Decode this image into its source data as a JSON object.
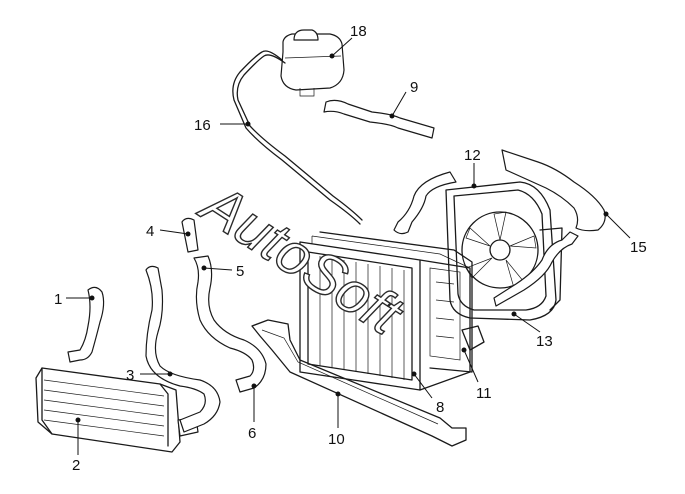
{
  "watermark": "AutoSoft",
  "callouts": [
    {
      "id": "1",
      "label": "1"
    },
    {
      "id": "2",
      "label": "2"
    },
    {
      "id": "3",
      "label": "3"
    },
    {
      "id": "4",
      "label": "4"
    },
    {
      "id": "5",
      "label": "5"
    },
    {
      "id": "6",
      "label": "6"
    },
    {
      "id": "8",
      "label": "8"
    },
    {
      "id": "9",
      "label": "9"
    },
    {
      "id": "10",
      "label": "10"
    },
    {
      "id": "11",
      "label": "11"
    },
    {
      "id": "12",
      "label": "12"
    },
    {
      "id": "13",
      "label": "13"
    },
    {
      "id": "15",
      "label": "15"
    },
    {
      "id": "16",
      "label": "16"
    },
    {
      "id": "18",
      "label": "18"
    }
  ]
}
